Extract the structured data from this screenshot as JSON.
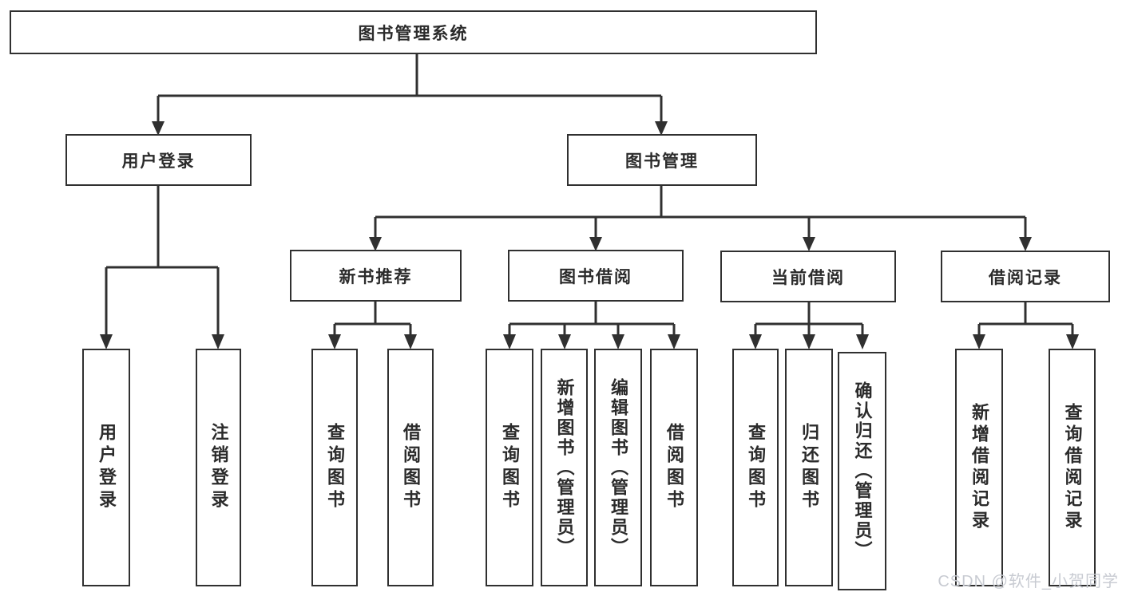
{
  "colors": {
    "background": "#ffffff",
    "line": "#303030",
    "text": "#2b2b2b",
    "watermark": "#c8cbd2"
  },
  "nodes": {
    "root": "图书管理系统",
    "user_login": "用户登录",
    "book_management": "图书管理",
    "new_book_recommend": "新书推荐",
    "book_borrow": "图书借阅",
    "current_borrow": "当前借阅",
    "borrow_records": "借阅记录",
    "leaves": {
      "user_login_login": "用户登录",
      "user_login_logout": "注销登录",
      "recommend_query_books": "查询图书",
      "recommend_borrow_books": "借阅图书",
      "borrow_query_books": "查询图书",
      "borrow_add_books_admin": "新增图书（管理员）",
      "borrow_edit_books_admin": "编辑图书（管理员）",
      "borrow_borrow_books": "借阅图书",
      "current_query_books": "查询图书",
      "current_return_books": "归还图书",
      "current_confirm_return_admin": "确认归还（管理员）",
      "records_add_record": "新增借阅记录",
      "records_query_record": "查询借阅记录"
    }
  },
  "watermark": "CSDN @软件_小贺同学"
}
